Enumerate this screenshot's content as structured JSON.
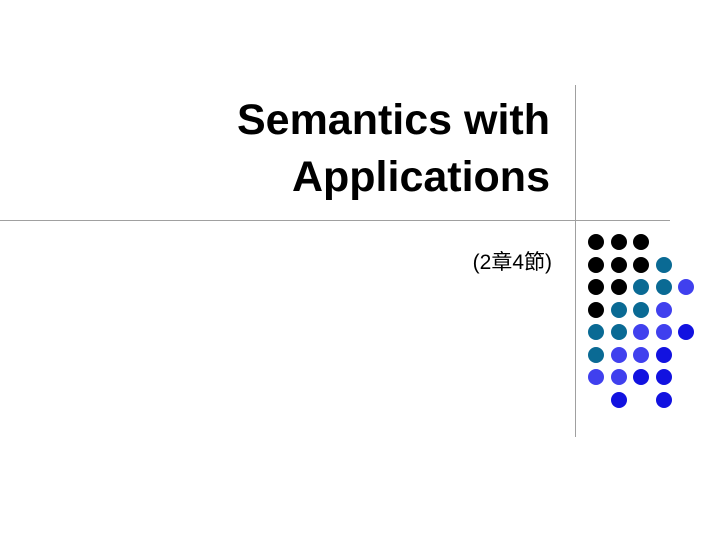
{
  "slide": {
    "title_lines": [
      "Semantics with",
      "Applications"
    ],
    "subtitle": "(2章4節)"
  },
  "decoration": {
    "palette": {
      "k": "#000000",
      "t": "#0a6a94",
      "p": "#4040ee",
      "b": "#1212e0"
    },
    "grid": [
      [
        "k",
        "k",
        "k",
        "",
        ""
      ],
      [
        "k",
        "k",
        "k",
        "t",
        ""
      ],
      [
        "k",
        "k",
        "t",
        "t",
        "p"
      ],
      [
        "k",
        "t",
        "t",
        "p",
        ""
      ],
      [
        "t",
        "t",
        "p",
        "p",
        "b"
      ],
      [
        "t",
        "p",
        "p",
        "b",
        ""
      ],
      [
        "p",
        "p",
        "b",
        "b",
        ""
      ],
      [
        "",
        "b",
        "",
        "b",
        ""
      ]
    ]
  }
}
